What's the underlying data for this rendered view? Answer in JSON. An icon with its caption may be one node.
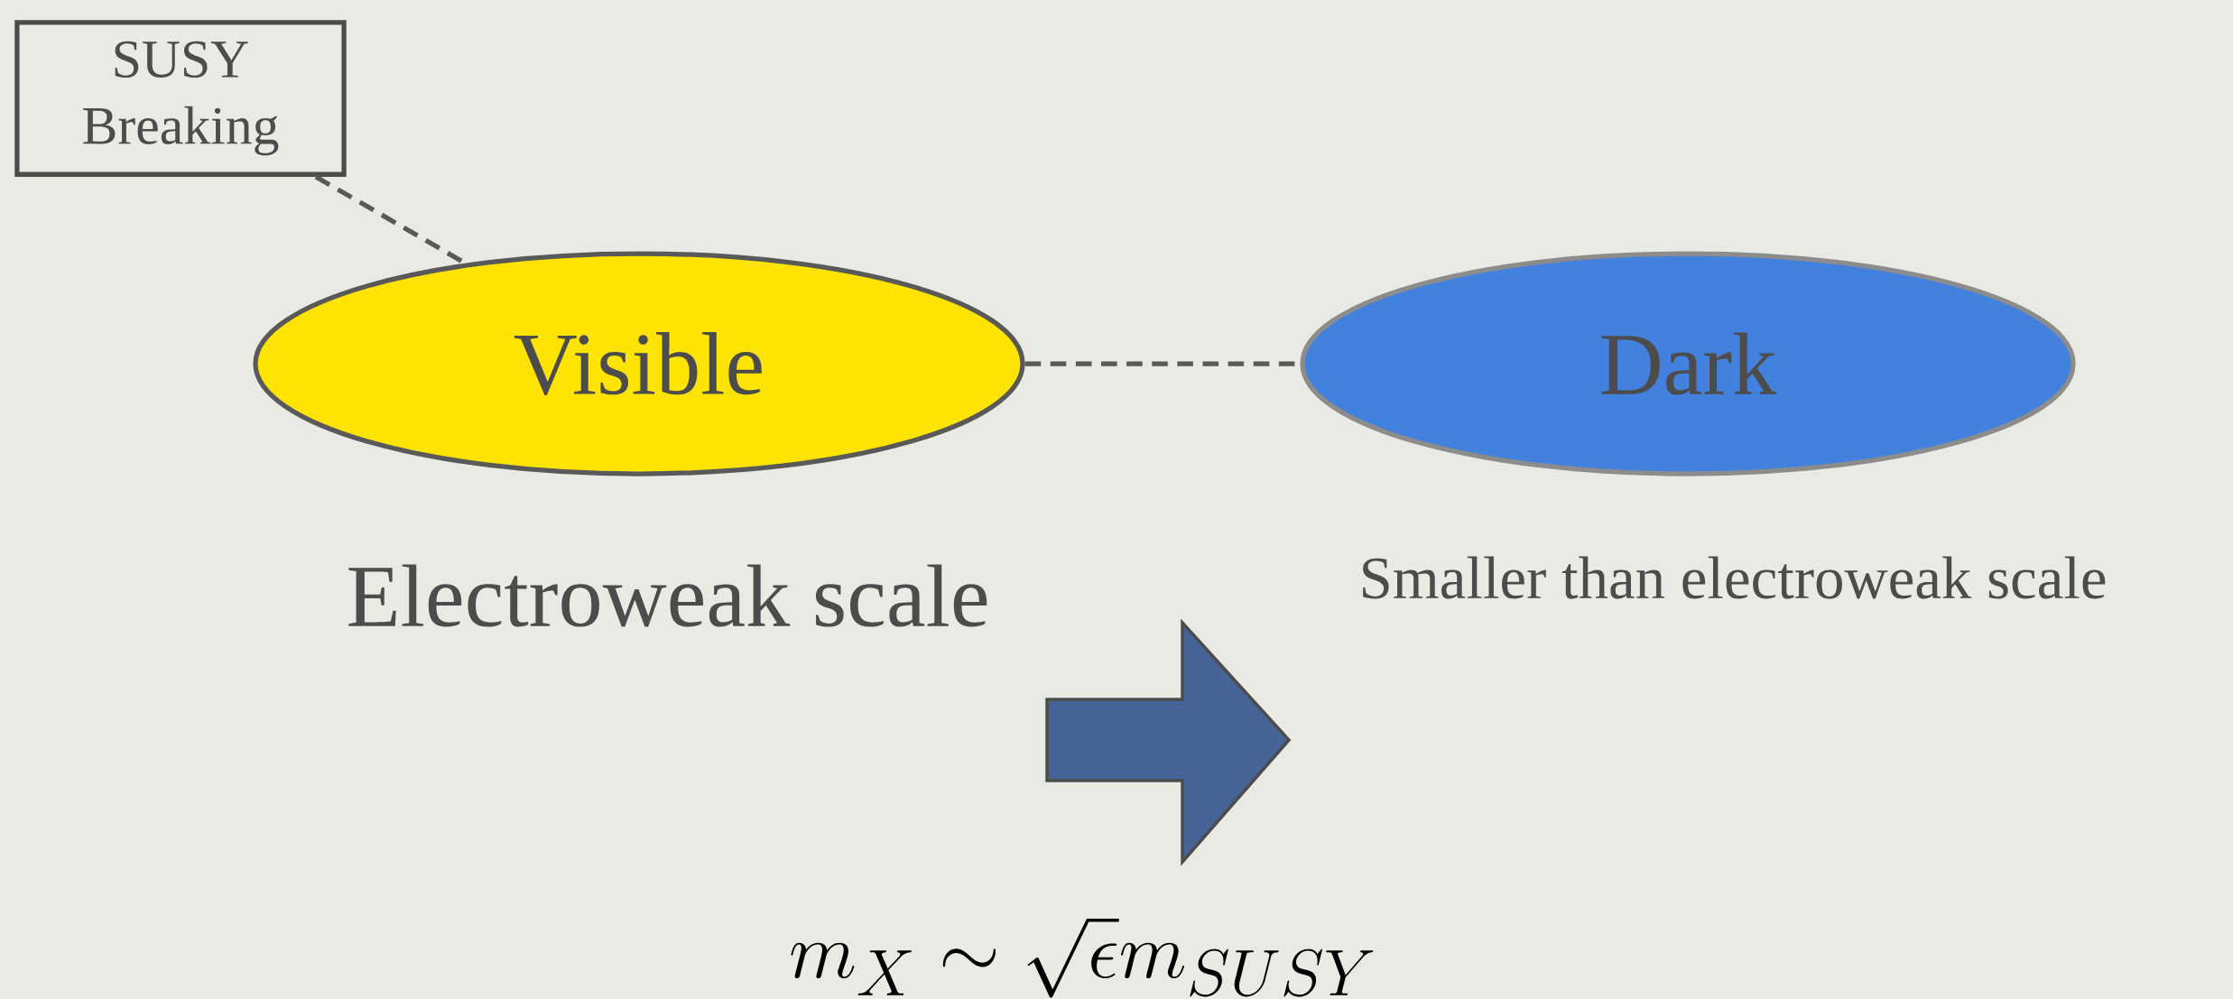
{
  "diagram": {
    "nodes": [
      {
        "text": [
          "SUSY Breaking"
        ]
      },
      {
        "text": [
          "Visible"
        ],
        "beside": [
          "Electroweak scale"
        ]
      },
      {
        "text": [
          "Dark"
        ],
        "beside": [
          "Smaller than electroweak scale"
        ]
      }
    ],
    "edges": [
      {
        "from": 0,
        "to": 1,
        "arrow": "none",
        "style": "dashed"
      },
      {
        "from": 1,
        "to": 2,
        "arrow": "none",
        "style": "dashed"
      }
    ],
    "labels": [
      "m_X \\sim \\sqrt{\\epsilon} m_{SUSY}"
    ]
  }
}
